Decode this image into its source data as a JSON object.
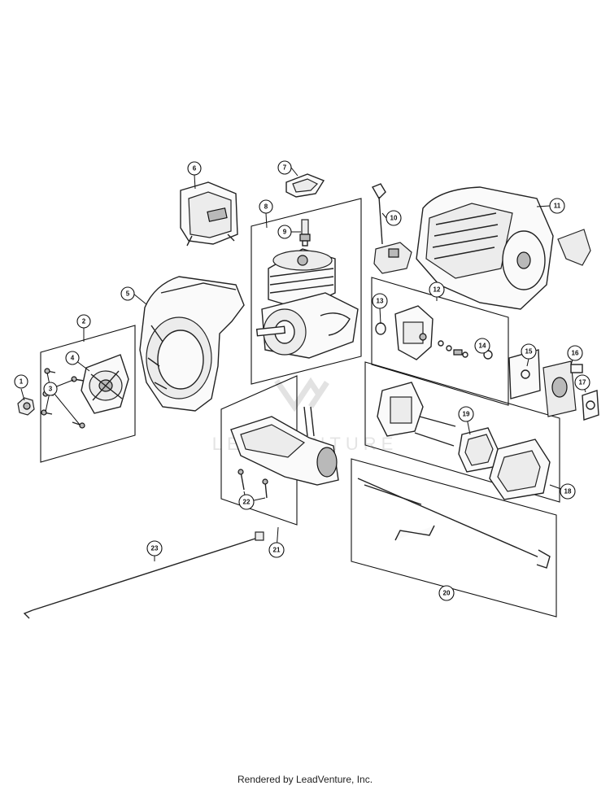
{
  "diagram": {
    "watermark_text": "LEADVENTURE",
    "footer_text": "Rendered by LeadVenture, Inc.",
    "callouts": [
      {
        "num": "1"
      },
      {
        "num": "2"
      },
      {
        "num": "3"
      },
      {
        "num": "4"
      },
      {
        "num": "5"
      },
      {
        "num": "6"
      },
      {
        "num": "7"
      },
      {
        "num": "8"
      },
      {
        "num": "9"
      },
      {
        "num": "10"
      },
      {
        "num": "11"
      },
      {
        "num": "12"
      },
      {
        "num": "13"
      },
      {
        "num": "14"
      },
      {
        "num": "15"
      },
      {
        "num": "16"
      },
      {
        "num": "17"
      },
      {
        "num": "18"
      },
      {
        "num": "19"
      },
      {
        "num": "20"
      },
      {
        "num": "21"
      },
      {
        "num": "22"
      },
      {
        "num": "23"
      }
    ]
  }
}
